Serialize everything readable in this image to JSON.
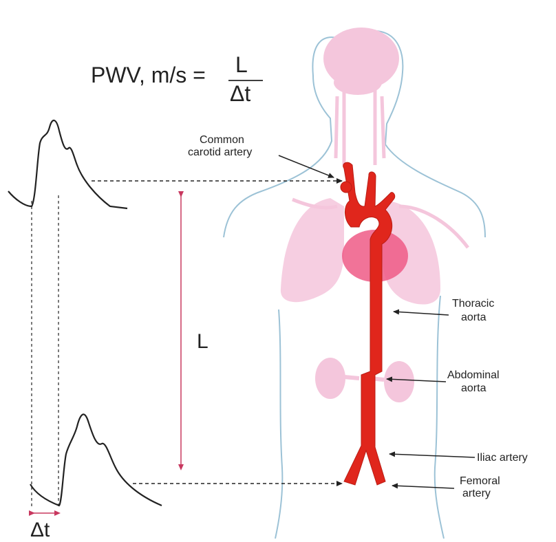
{
  "formula": {
    "lhs": "PWV, m/s =",
    "numerator": "L",
    "denominator": "Δt"
  },
  "distance_label": "L",
  "time_label": "Δt",
  "labels": {
    "carotid_line1": "Common",
    "carotid_line2": "carotid artery",
    "thoracic_line1": "Thoracic",
    "thoracic_line2": "aorta",
    "abdominal_line1": "Abdominal",
    "abdominal_line2": "aorta",
    "iliac": "Iliac artery",
    "femoral_line1": "Femoral",
    "femoral_line2": "artery"
  },
  "colors": {
    "artery": "#e0261c",
    "heart": "#ef5a86",
    "organ": "#f4c6dc",
    "outline": "#9cc2d6",
    "measure": "#c8385f",
    "waveform": "#222222"
  }
}
